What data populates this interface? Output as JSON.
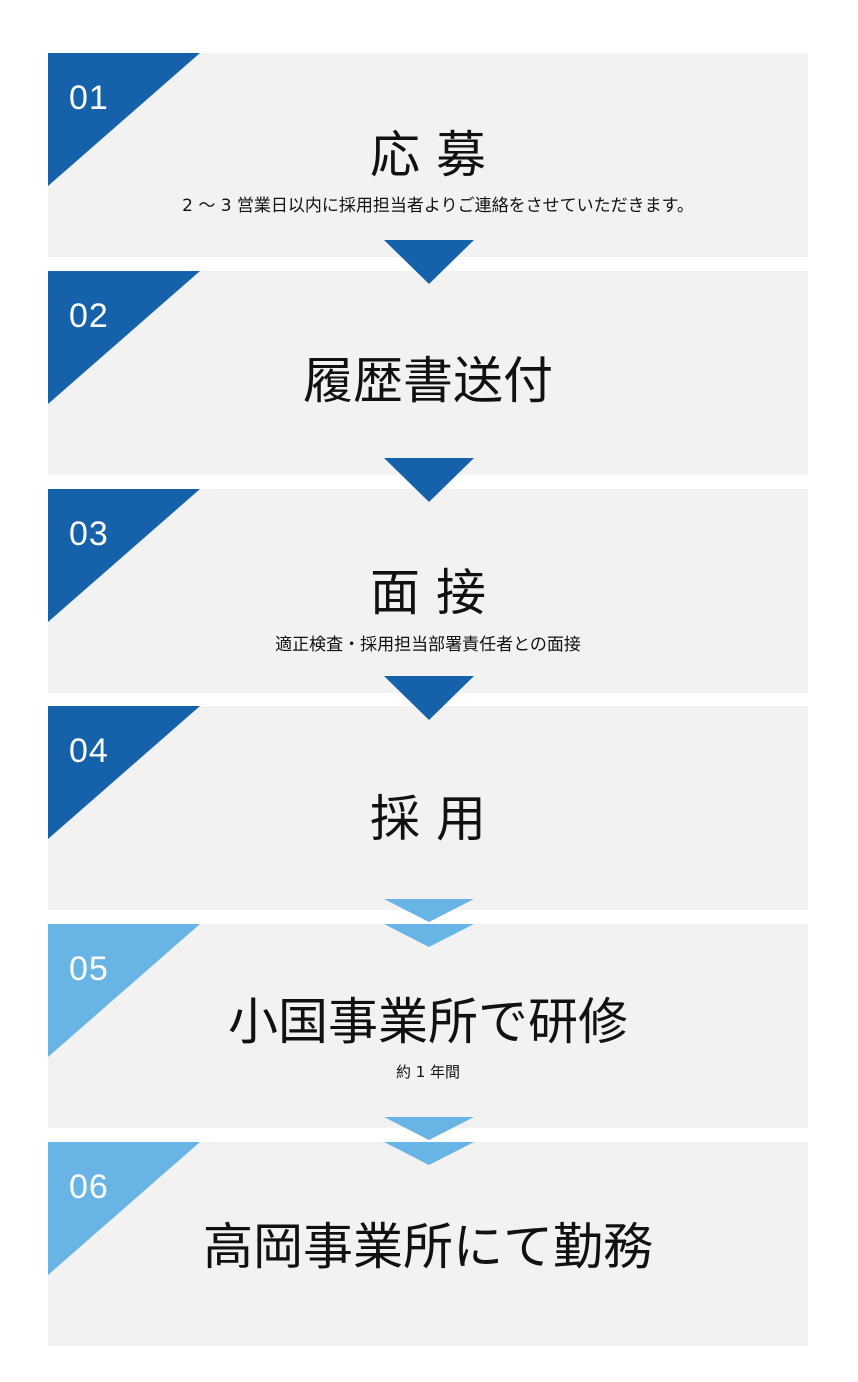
{
  "colors": {
    "dark": "#1561aa",
    "light": "#68b5e5",
    "card": "#f2f2f2"
  },
  "steps": [
    {
      "number": "01",
      "title": "応 募",
      "subtitle": "2 〜 3 営業日以内に採用担当者よりご連絡をさせていただきます。"
    },
    {
      "number": "02",
      "title": "履歴書送付"
    },
    {
      "number": "03",
      "title": "面 接",
      "subtitle": "適正検査・採用担当部署責任者との面接"
    },
    {
      "number": "04",
      "title": "採 用"
    },
    {
      "number": "05",
      "title": "小国事業所で研修",
      "subtitle": "約 1 年間"
    },
    {
      "number": "06",
      "title": "高岡事業所にて勤務"
    }
  ]
}
